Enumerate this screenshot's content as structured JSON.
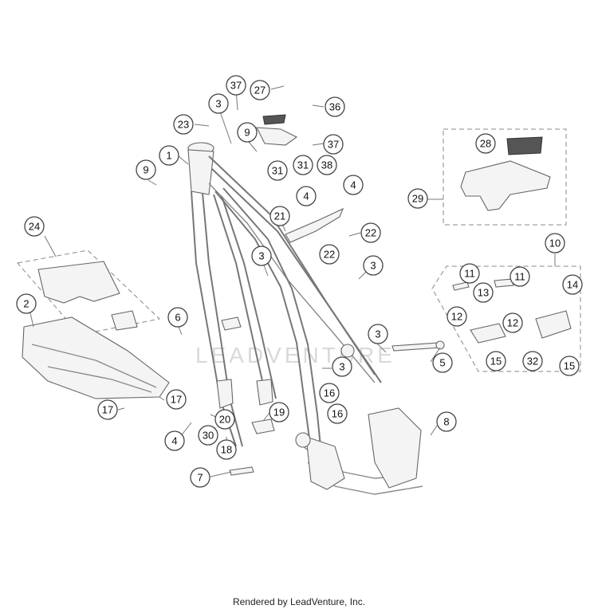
{
  "watermark": "LEADVENTURE",
  "footer": "Rendered by LeadVenture, Inc.",
  "callouts": [
    {
      "label": "37"
    },
    {
      "label": "27"
    },
    {
      "label": "3"
    },
    {
      "label": "36"
    },
    {
      "label": "23"
    },
    {
      "label": "9"
    },
    {
      "label": "37"
    },
    {
      "label": "1"
    },
    {
      "label": "31"
    },
    {
      "label": "31"
    },
    {
      "label": "38"
    },
    {
      "label": "9"
    },
    {
      "label": "4"
    },
    {
      "label": "4"
    },
    {
      "label": "28"
    },
    {
      "label": "29"
    },
    {
      "label": "21"
    },
    {
      "label": "24"
    },
    {
      "label": "22"
    },
    {
      "label": "22"
    },
    {
      "label": "3"
    },
    {
      "label": "3"
    },
    {
      "label": "10"
    },
    {
      "label": "11"
    },
    {
      "label": "11"
    },
    {
      "label": "2"
    },
    {
      "label": "13"
    },
    {
      "label": "14"
    },
    {
      "label": "6"
    },
    {
      "label": "12"
    },
    {
      "label": "12"
    },
    {
      "label": "3"
    },
    {
      "label": "3"
    },
    {
      "label": "5"
    },
    {
      "label": "15"
    },
    {
      "label": "32"
    },
    {
      "label": "15"
    },
    {
      "label": "16"
    },
    {
      "label": "16"
    },
    {
      "label": "17"
    },
    {
      "label": "17"
    },
    {
      "label": "19"
    },
    {
      "label": "20"
    },
    {
      "label": "4"
    },
    {
      "label": "30"
    },
    {
      "label": "8"
    },
    {
      "label": "18"
    },
    {
      "label": "7"
    }
  ]
}
